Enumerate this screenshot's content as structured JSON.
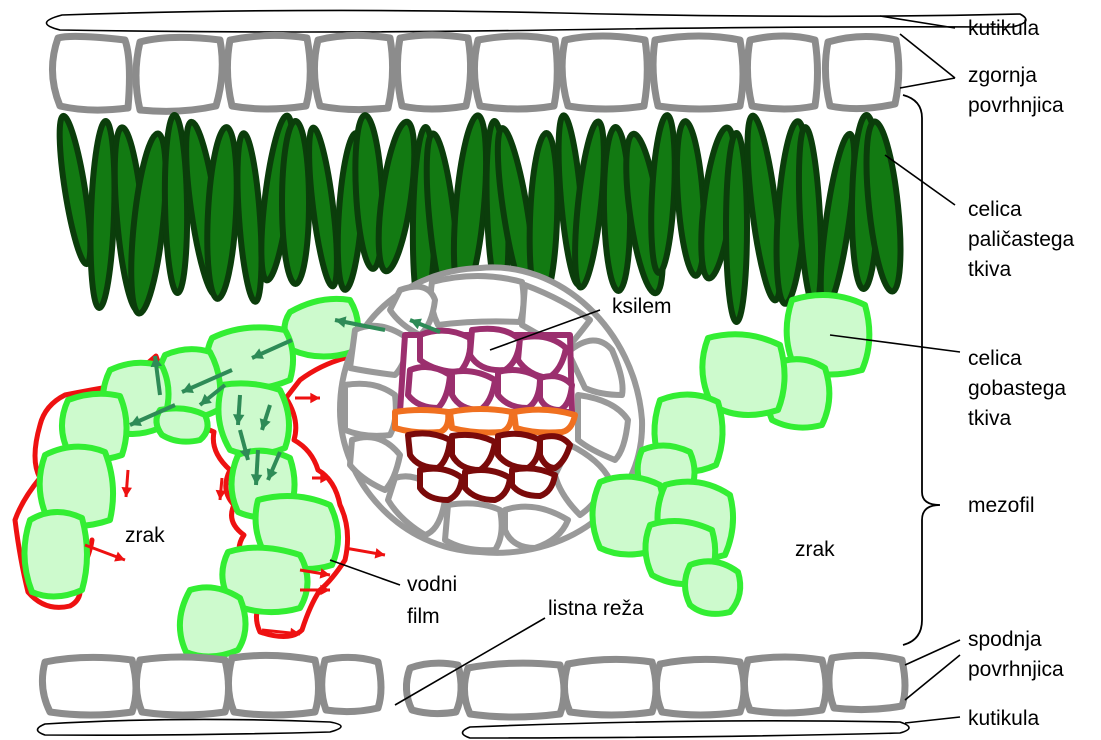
{
  "labels": {
    "cuticle_top": "kutikula",
    "upper_epidermis_1": "zgornja",
    "upper_epidermis_2": "povrhnjica",
    "palisade_1": "celica",
    "palisade_2": "paličastega",
    "palisade_3": "tkiva",
    "xylem": "ksilem",
    "spongy_1": "celica",
    "spongy_2": "gobastega",
    "spongy_3": "tkiva",
    "mesophyll": "mezofil",
    "air_left": "zrak",
    "air_right": "zrak",
    "water_film_1": "vodni",
    "water_film_2": "film",
    "stoma": "listna reža",
    "lower_epidermis_1": "spodnja",
    "lower_epidermis_2": "povrhnjica",
    "cuticle_bottom": "kutikula"
  },
  "colors": {
    "epidermis": "#8c8c8c",
    "palisade_fill": "#127a12",
    "palisade_stroke": "#0b3d0b",
    "spongy_fill": "#cdfacd",
    "spongy_stroke": "#33ee33",
    "water_film": "#ee1111",
    "xylem": "#9b2f6e",
    "phloem": "#7a0a0a",
    "cambium": "#f07020",
    "arrow": "#2e8b57"
  }
}
